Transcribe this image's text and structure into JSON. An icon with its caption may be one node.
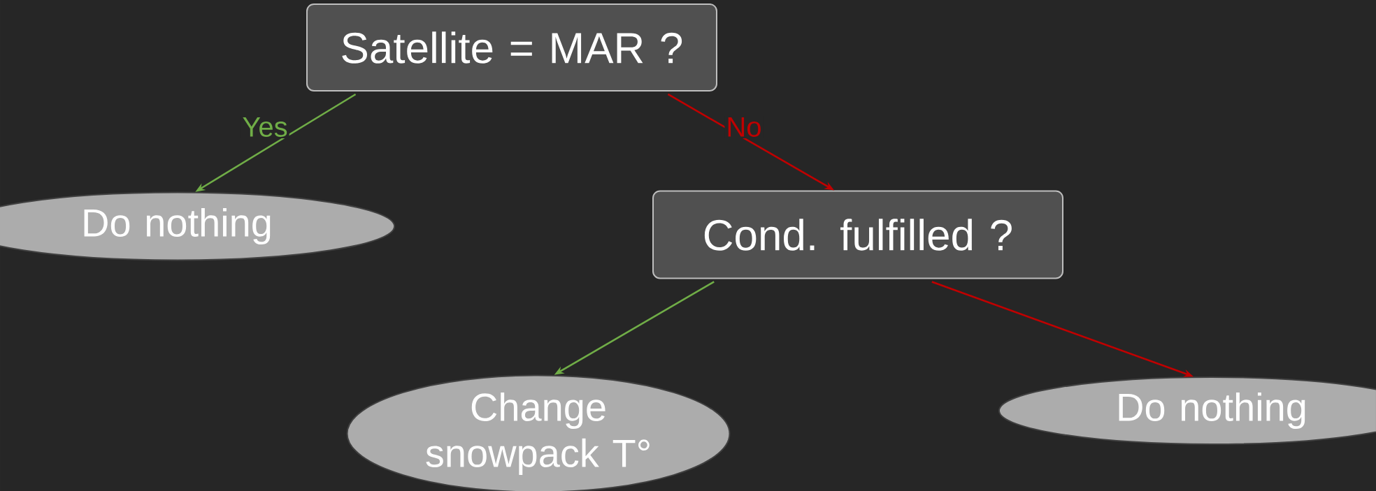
{
  "diagram": {
    "nodes": [
      {
        "text": [
          "Satellite = MAR ?"
        ]
      },
      {
        "text": [
          "Do nothing"
        ]
      },
      {
        "text": [
          "Cond. fulfilled ?"
        ]
      },
      {
        "text": [
          "Change snowpack T°"
        ]
      },
      {
        "text": [
          "Do nothing"
        ]
      }
    ],
    "edges": [
      {
        "from": 0,
        "to": 1,
        "arrow": "to",
        "label": "Yes",
        "color": "#70ad47"
      },
      {
        "from": 0,
        "to": 2,
        "arrow": "to",
        "label": "No",
        "color": "#c00000"
      },
      {
        "from": 2,
        "to": 3,
        "arrow": "to",
        "color": "#70ad47"
      },
      {
        "from": 2,
        "to": 4,
        "arrow": "to",
        "color": "#c00000"
      }
    ]
  }
}
